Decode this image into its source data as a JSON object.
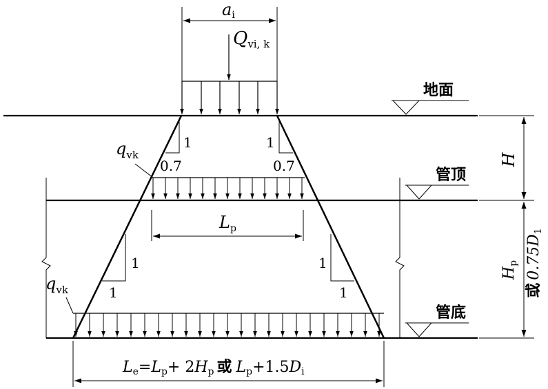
{
  "labels": {
    "top_width": "a",
    "top_width_sub": "i",
    "load": "Q",
    "load_sub": "vi, k",
    "ground": "地面",
    "pipe_top": "管顶",
    "pipe_bottom": "管底",
    "q_top": "q",
    "q_top_sub": "vk",
    "q_bottom": "q",
    "q_bottom_sub": "vk",
    "slope_v": "1",
    "slope_h_top": "0.7",
    "slope_h_bottom": "1",
    "lp": "L",
    "lp_sub": "p",
    "h": "H",
    "hp": "H",
    "hp_sub": "p",
    "hp_or": "或",
    "hp_alt": "0.75D",
    "hp_alt_sub": "1",
    "le_main": "L",
    "le_sub": "e",
    "le_eq": "=",
    "le_lp": "L",
    "le_lp_sub": "p",
    "le_plus1": "+ 2",
    "le_hp": "H",
    "le_hp_sub": "p",
    "le_or": "或",
    "le_lp2": "L",
    "le_lp2_sub": "p",
    "le_plus2": "+1.5",
    "le_d": "D",
    "le_d_sub": "i"
  }
}
